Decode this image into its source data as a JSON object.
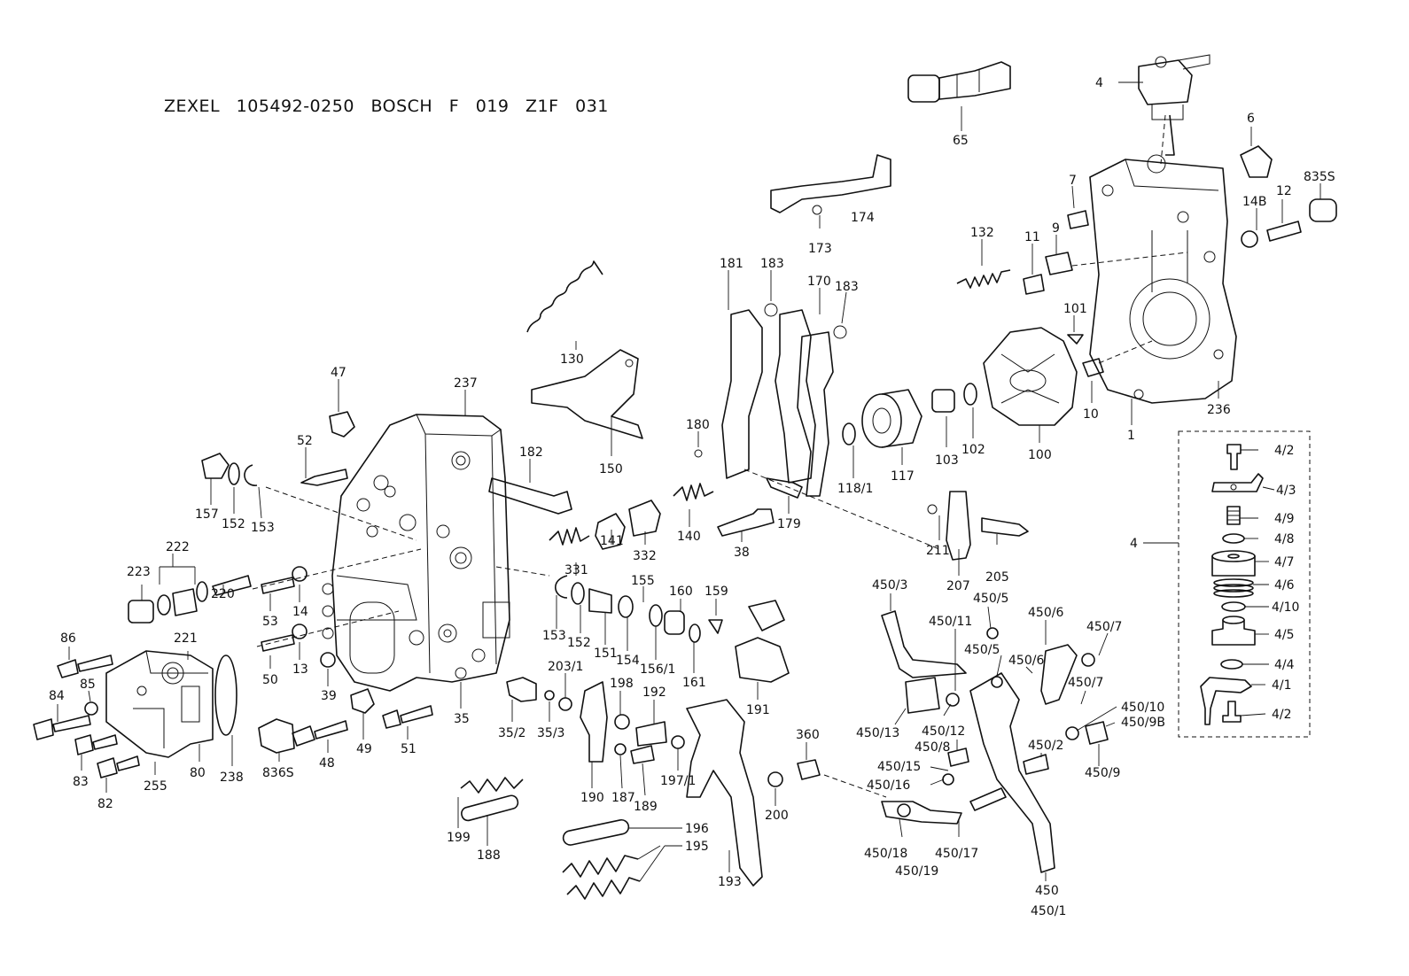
{
  "title": "ZEXEL  105492-0250  BOSCH  F 019 Z1F 031",
  "labels": {
    "p1": "1",
    "p4a": "4",
    "p4b": "4",
    "p6": "6",
    "p7": "7",
    "p9": "9",
    "p10": "10",
    "p11": "11",
    "p12": "12",
    "p13": "13",
    "p14": "14",
    "p14B": "14B",
    "p35": "35",
    "p35_2": "35/2",
    "p35_3": "35/3",
    "p38": "38",
    "p39": "39",
    "p47": "47",
    "p48": "48",
    "p49": "49",
    "p50": "50",
    "p51": "51",
    "p52": "52",
    "p53": "53",
    "p65": "65",
    "p80": "80",
    "p82": "82",
    "p83": "83",
    "p84": "84",
    "p85": "85",
    "p86": "86",
    "p100": "100",
    "p101": "101",
    "p102": "102",
    "p103": "103",
    "p117": "117",
    "p118_1": "118/1",
    "p130": "130",
    "p132": "132",
    "p140": "140",
    "p141": "141",
    "p150": "150",
    "p151": "151",
    "p152a": "152",
    "p152b": "152",
    "p153a": "153",
    "p153b": "153",
    "p154": "154",
    "p155": "155",
    "p156_1": "156/1",
    "p157": "157",
    "p159": "159",
    "p160": "160",
    "p161": "161",
    "p170": "170",
    "p173": "173",
    "p174": "174",
    "p179": "179",
    "p180": "180",
    "p181": "181",
    "p182": "182",
    "p183a": "183",
    "p183b": "183",
    "p187": "187",
    "p188": "188",
    "p189": "189",
    "p190": "190",
    "p191": "191",
    "p192": "192",
    "p193": "193",
    "p195": "195",
    "p196": "196",
    "p197_1": "197/1",
    "p198": "198",
    "p199": "199",
    "p200": "200",
    "p203_1": "203/1",
    "p205": "205",
    "p207": "207",
    "p211": "211",
    "p220": "220",
    "p221": "221",
    "p222": "222",
    "p223": "223",
    "p236": "236",
    "p237": "237",
    "p238": "238",
    "p255": "255",
    "p331": "331",
    "p332": "332",
    "p360": "360",
    "p450": "450",
    "p450_1": "450/1",
    "p450_2": "450/2",
    "p450_3": "450/3",
    "p450_5a": "450/5",
    "p450_5b": "450/5",
    "p450_6a": "450/6",
    "p450_6b": "450/6",
    "p450_7a": "450/7",
    "p450_7b": "450/7",
    "p450_8": "450/8",
    "p450_9": "450/9",
    "p450_9B": "450/9B",
    "p450_10": "450/10",
    "p450_11": "450/11",
    "p450_12": "450/12",
    "p450_13": "450/13",
    "p450_15": "450/15",
    "p450_16": "450/16",
    "p450_17": "450/17",
    "p450_18": "450/18",
    "p450_19": "450/19",
    "p835S": "835S",
    "p836S": "836S",
    "p4_1": "4/1",
    "p4_2a": "4/2",
    "p4_2b": "4/2",
    "p4_3": "4/3",
    "p4_4": "4/4",
    "p4_5": "4/5",
    "p4_6": "4/6",
    "p4_7": "4/7",
    "p4_8": "4/8",
    "p4_9": "4/9",
    "p4_10": "4/10"
  }
}
